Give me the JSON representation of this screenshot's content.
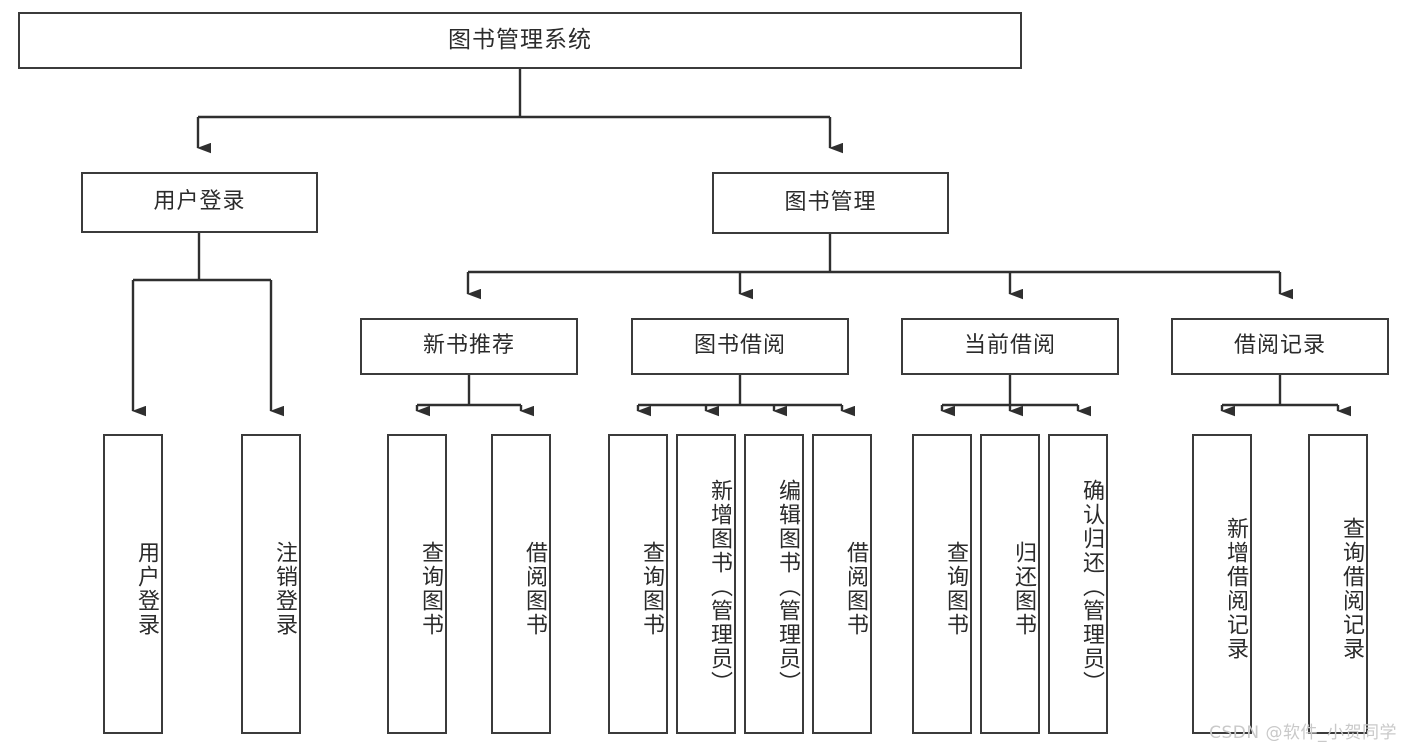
{
  "diagram": {
    "type": "tree-hierarchy",
    "title": "图书管理系统",
    "root": {
      "label": "图书管理系统"
    },
    "level2": [
      {
        "label": "用户登录"
      },
      {
        "label": "图书管理"
      }
    ],
    "level3": [
      {
        "label": "新书推荐"
      },
      {
        "label": "图书借阅"
      },
      {
        "label": "当前借阅"
      },
      {
        "label": "借阅记录"
      }
    ],
    "leaves": {
      "user_login": [
        {
          "label": "用户登录"
        },
        {
          "label": "注销登录"
        }
      ],
      "new_book_recommend": [
        {
          "label": "查询图书"
        },
        {
          "label": "借阅图书"
        }
      ],
      "book_borrow": [
        {
          "label": "查询图书"
        },
        {
          "label": "新增图书（管理员）"
        },
        {
          "label": "编辑图书（管理员）"
        },
        {
          "label": "借阅图书"
        }
      ],
      "current_borrow": [
        {
          "label": "查询图书"
        },
        {
          "label": "归还图书"
        },
        {
          "label": "确认归还（管理员）"
        }
      ],
      "borrow_record": [
        {
          "label": "新增借阅记录"
        },
        {
          "label": "查询借阅记录"
        }
      ]
    }
  },
  "watermark": {
    "text": "CSDN @软件_小贺同学"
  },
  "colors": {
    "border": "#3b3b3b",
    "text": "#2b2b2b",
    "background": "#ffffff",
    "watermark": "#c9c9c9"
  }
}
